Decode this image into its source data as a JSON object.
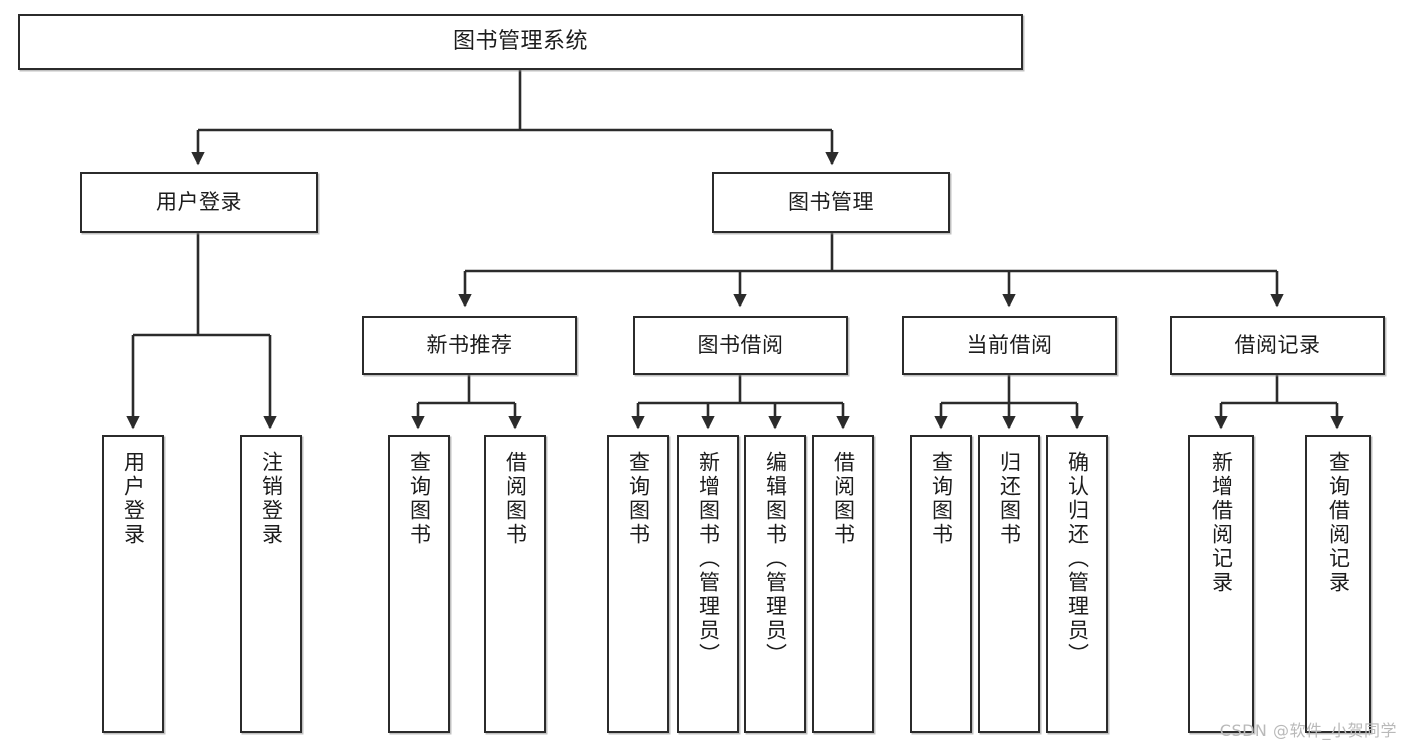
{
  "diagram": {
    "title_node": {
      "label": "图书管理系统"
    },
    "level1": [
      {
        "label": "用户登录"
      },
      {
        "label": "图书管理"
      }
    ],
    "level2": [
      {
        "label": "新书推荐"
      },
      {
        "label": "图书借阅"
      },
      {
        "label": "当前借阅"
      },
      {
        "label": "借阅记录"
      }
    ],
    "leaves": {
      "user_login": [
        {
          "label": "用户登录"
        },
        {
          "label": "注销登录"
        }
      ],
      "new_book_recommend": [
        {
          "label": "查询图书"
        },
        {
          "label": "借阅图书"
        }
      ],
      "book_borrow": [
        {
          "label": "查询图书"
        },
        {
          "label": "新增图书（管理员）"
        },
        {
          "label": "编辑图书（管理员）"
        },
        {
          "label": "借阅图书"
        }
      ],
      "current_borrow": [
        {
          "label": "查询图书"
        },
        {
          "label": "归还图书"
        },
        {
          "label": "确认归还（管理员）"
        }
      ],
      "borrow_records": [
        {
          "label": "新增借阅记录"
        },
        {
          "label": "查询借阅记录"
        }
      ]
    },
    "watermark": "CSDN @软件_小贺同学",
    "colors": {
      "border": "#2b2b2b",
      "fill": "#ffffff",
      "text": "#1c1c1c",
      "watermark": "#b9b9b9"
    }
  }
}
